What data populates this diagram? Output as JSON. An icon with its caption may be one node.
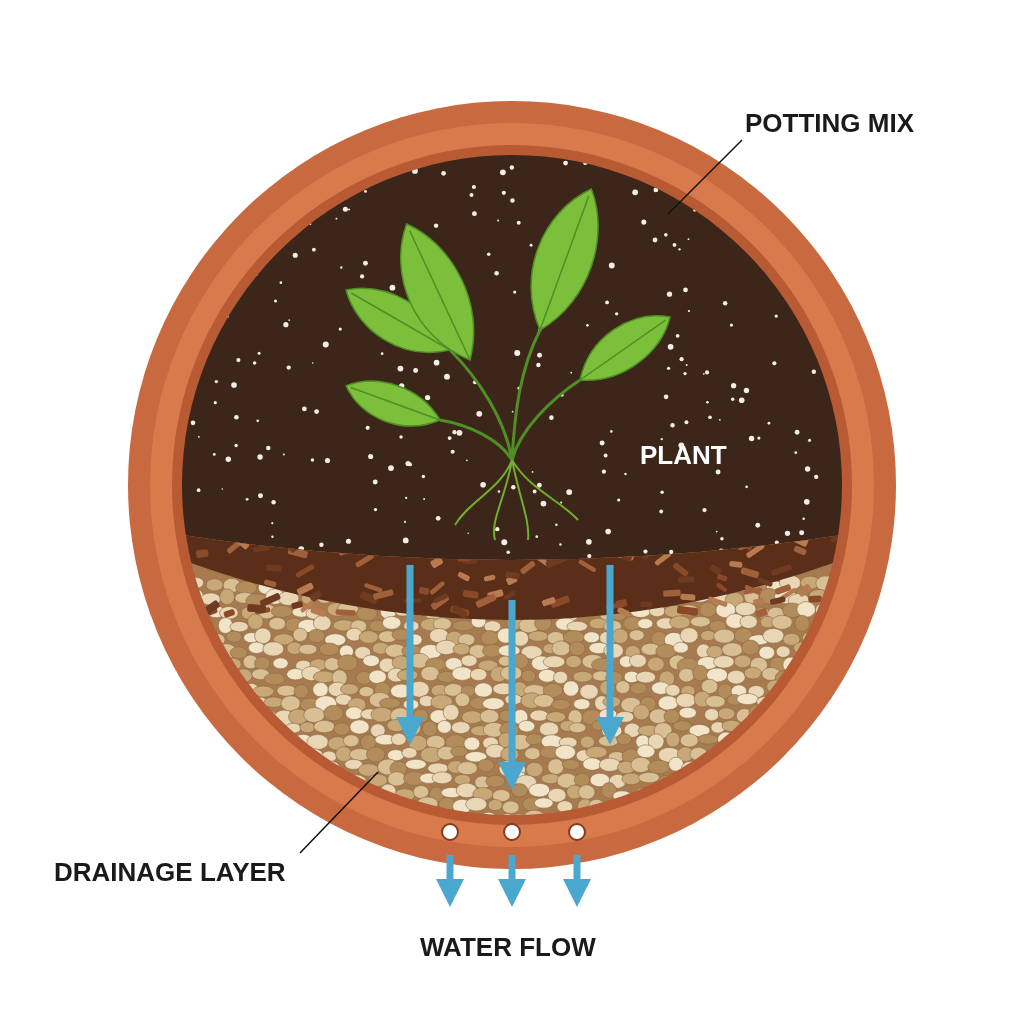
{
  "diagram": {
    "nodes": [
      {
        "text": [
          "POTTING MIX"
        ]
      },
      {
        "text": [],
        "shape": "picture"
      },
      {
        "text": [
          "DRAINAGE LAYER"
        ]
      },
      {
        "text": [],
        "shape": "picture"
      }
    ],
    "edges": [
      {
        "from": 0,
        "to": 1,
        "arrow": "none"
      },
      {
        "from": 2,
        "to": 3,
        "arrow": "none"
      }
    ],
    "labels": [
      "PLANT",
      "WATER FLOW"
    ]
  }
}
